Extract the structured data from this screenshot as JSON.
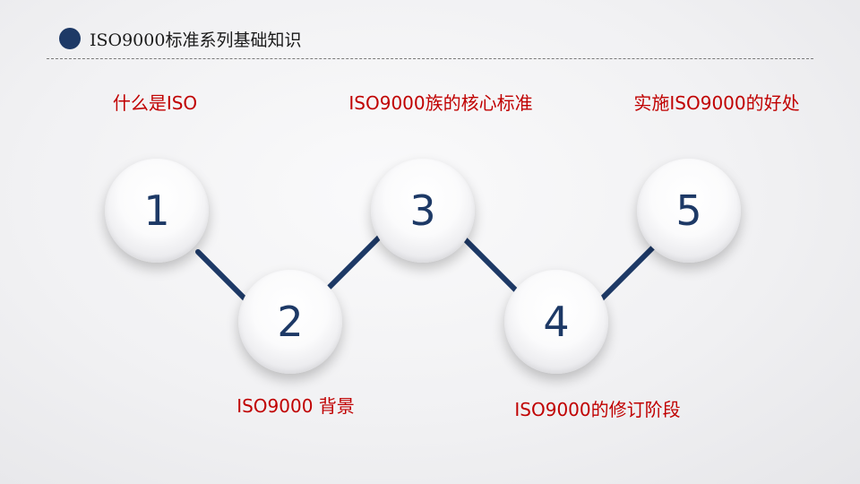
{
  "header": {
    "title": "ISO9000标准系列基础知识",
    "accent_color": "#1d3966",
    "rule_style": "dashed"
  },
  "steps": [
    {
      "number": "1",
      "label": "什么是ISO"
    },
    {
      "number": "2",
      "label": "ISO9000 背景"
    },
    {
      "number": "3",
      "label": "ISO9000族的核心标准"
    },
    {
      "number": "4",
      "label": "ISO9000的修订阶段"
    },
    {
      "number": "5",
      "label": "实施ISO9000的好处"
    }
  ],
  "colors": {
    "number_text": "#1d3966",
    "connector": "#1d3966",
    "label_text": "#c00000"
  }
}
